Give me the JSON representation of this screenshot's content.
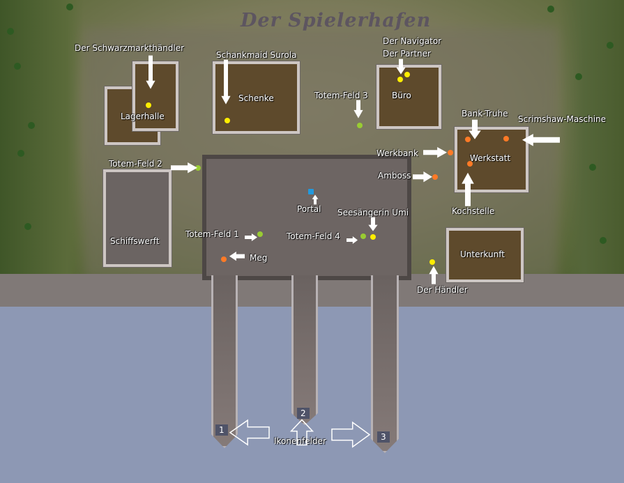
{
  "title": "Der Spielerhafen",
  "colors": {
    "npc": "#ffee00",
    "object": "#ff7a26",
    "totem": "#99cc33",
    "portal": "#2299dd",
    "water": "#8d98b4"
  },
  "labels": {
    "schwarzmarkt": "Der Schwarzmarkthändler",
    "surola": "Schankmaid Surola",
    "navigator": "Der Navigator",
    "partner": "Der Partner",
    "lagerhalle": "Lagerhalle",
    "schenke": "Schenke",
    "totem3": "Totem-Feld 3",
    "buero": "Büro",
    "banktruhe": "Bank-Truhe",
    "scrimshaw": "Scrimshaw-Maschine",
    "werkbank": "Werkbank",
    "werkstatt": "Werkstatt",
    "totem2": "Totem-Feld 2",
    "amboss": "Amboss",
    "portal": "Portal",
    "umi": "Seesängerin Umi",
    "kochstelle": "Kochstelle",
    "totem1": "Totem-Feld 1",
    "totem4": "Totem-Feld 4",
    "schiffswerft": "Schiffswerft",
    "unterkunft": "Unterkunft",
    "meg": "Meg",
    "haendler": "Der Händler",
    "ikonenfelder": "Ikonenfelder"
  },
  "piers": [
    "1",
    "2",
    "3"
  ]
}
